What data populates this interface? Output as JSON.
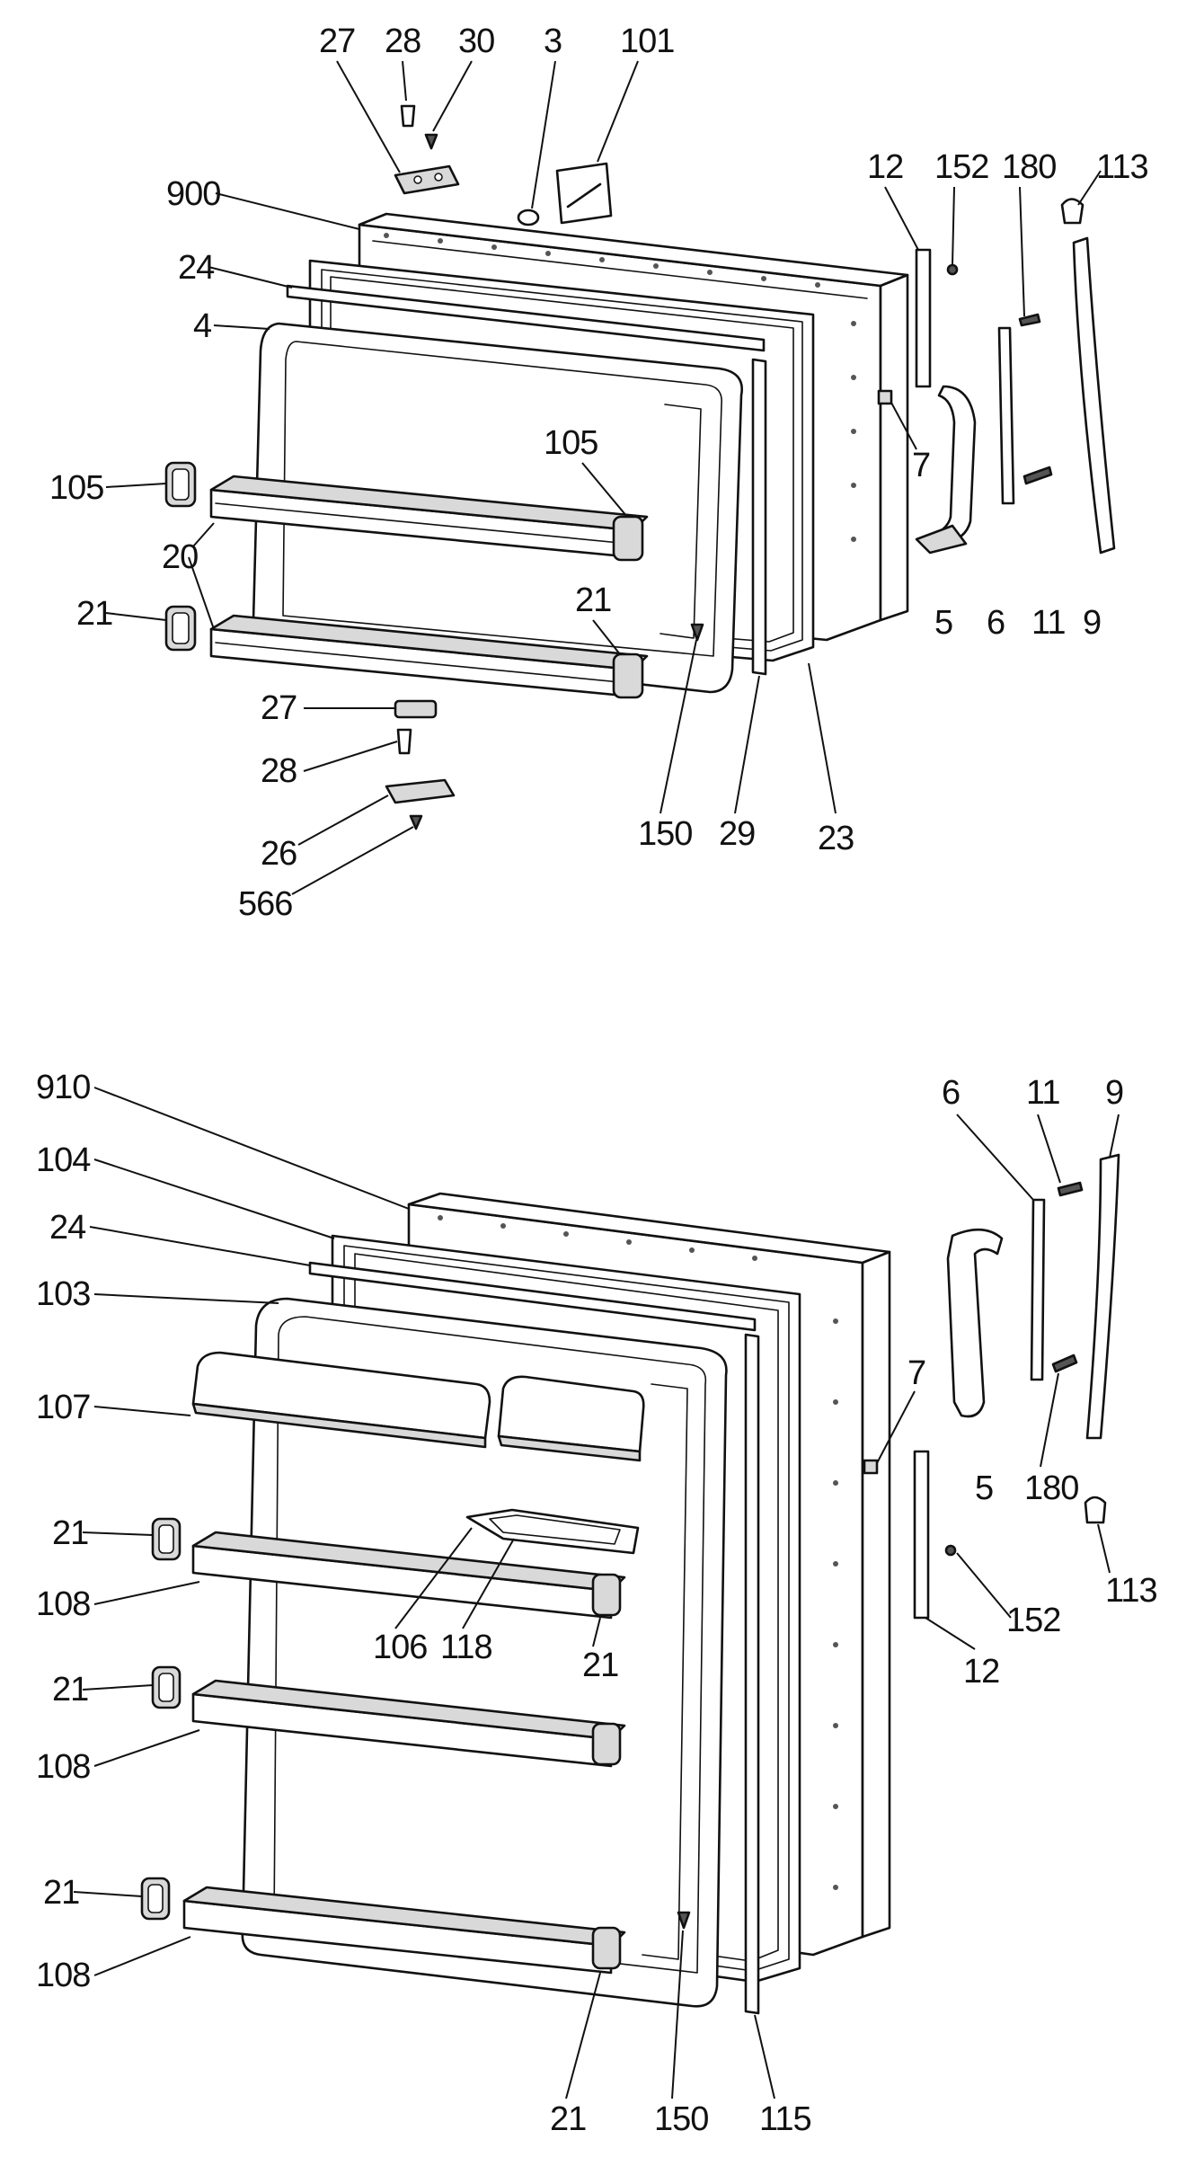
{
  "upper_door": {
    "callouts": {
      "c27": "27",
      "c28": "28",
      "c30": "30",
      "c3": "3",
      "c101": "101",
      "c900": "900",
      "c24": "24",
      "c4": "4",
      "c105a": "105",
      "c105b": "105",
      "c20": "20",
      "c21a": "21",
      "c21b": "21",
      "c27b": "27",
      "c28b": "28",
      "c26": "26",
      "c566": "566",
      "c150": "150",
      "c29": "29",
      "c23": "23",
      "c12": "12",
      "c152": "152",
      "c180": "180",
      "c113": "113",
      "c7": "7",
      "c5": "5",
      "c6": "6",
      "c11": "11",
      "c9": "9"
    }
  },
  "lower_door": {
    "callouts": {
      "c910": "910",
      "c104": "104",
      "c24": "24",
      "c103": "103",
      "c107": "107",
      "c21a": "21",
      "c108a": "108",
      "c106": "106",
      "c118": "118",
      "c21b": "21",
      "c21c": "21",
      "c108b": "108",
      "c21d": "21",
      "c108c": "108",
      "c21e": "21",
      "c150": "150",
      "c115": "115",
      "c6": "6",
      "c11": "11",
      "c9": "9",
      "c7": "7",
      "c5": "5",
      "c180": "180",
      "c12": "12",
      "c152": "152",
      "c113": "113"
    }
  }
}
